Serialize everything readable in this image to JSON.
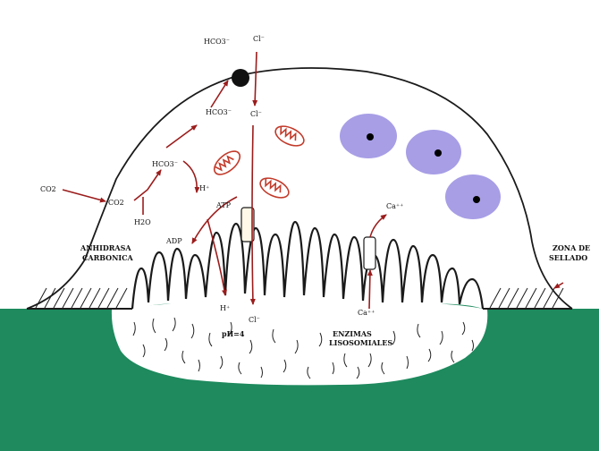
{
  "colors": {
    "background": "#ffffff",
    "bone": "#1e8a5e",
    "cell_outline": "#1a1a1a",
    "arrow": "#9b1c1c",
    "mitochondria": "#c23a2a",
    "nucleus": "#a79ee6",
    "pump": "#111111"
  },
  "labels": {
    "hco3_top": "HCO3⁻",
    "cl_top": "Cl⁻",
    "hco3_mid": "HCO3⁻",
    "cl_mid": "Cl⁻",
    "hco3_center": "HCO3⁻",
    "co2_outside": "CO2",
    "co2_inside": "CO2",
    "h2o": "H2O",
    "h_plus": "H⁺",
    "atp": "ATP",
    "adp": "ADP",
    "ca_top": "Ca⁺⁺",
    "ca_bottom": "Ca⁺⁺",
    "h_bottom": "H⁺",
    "cl_bottom": "Cl⁻",
    "ph": "pH=4",
    "enzimas_1": "ENZIMAS",
    "enzimas_2": "LISOSOMIALES",
    "anhidrasa_1": "ANHIDRASA",
    "anhidrasa_2": "CARBONICA",
    "zona_1": "ZONA DE",
    "zona_2": "SELLADO"
  }
}
